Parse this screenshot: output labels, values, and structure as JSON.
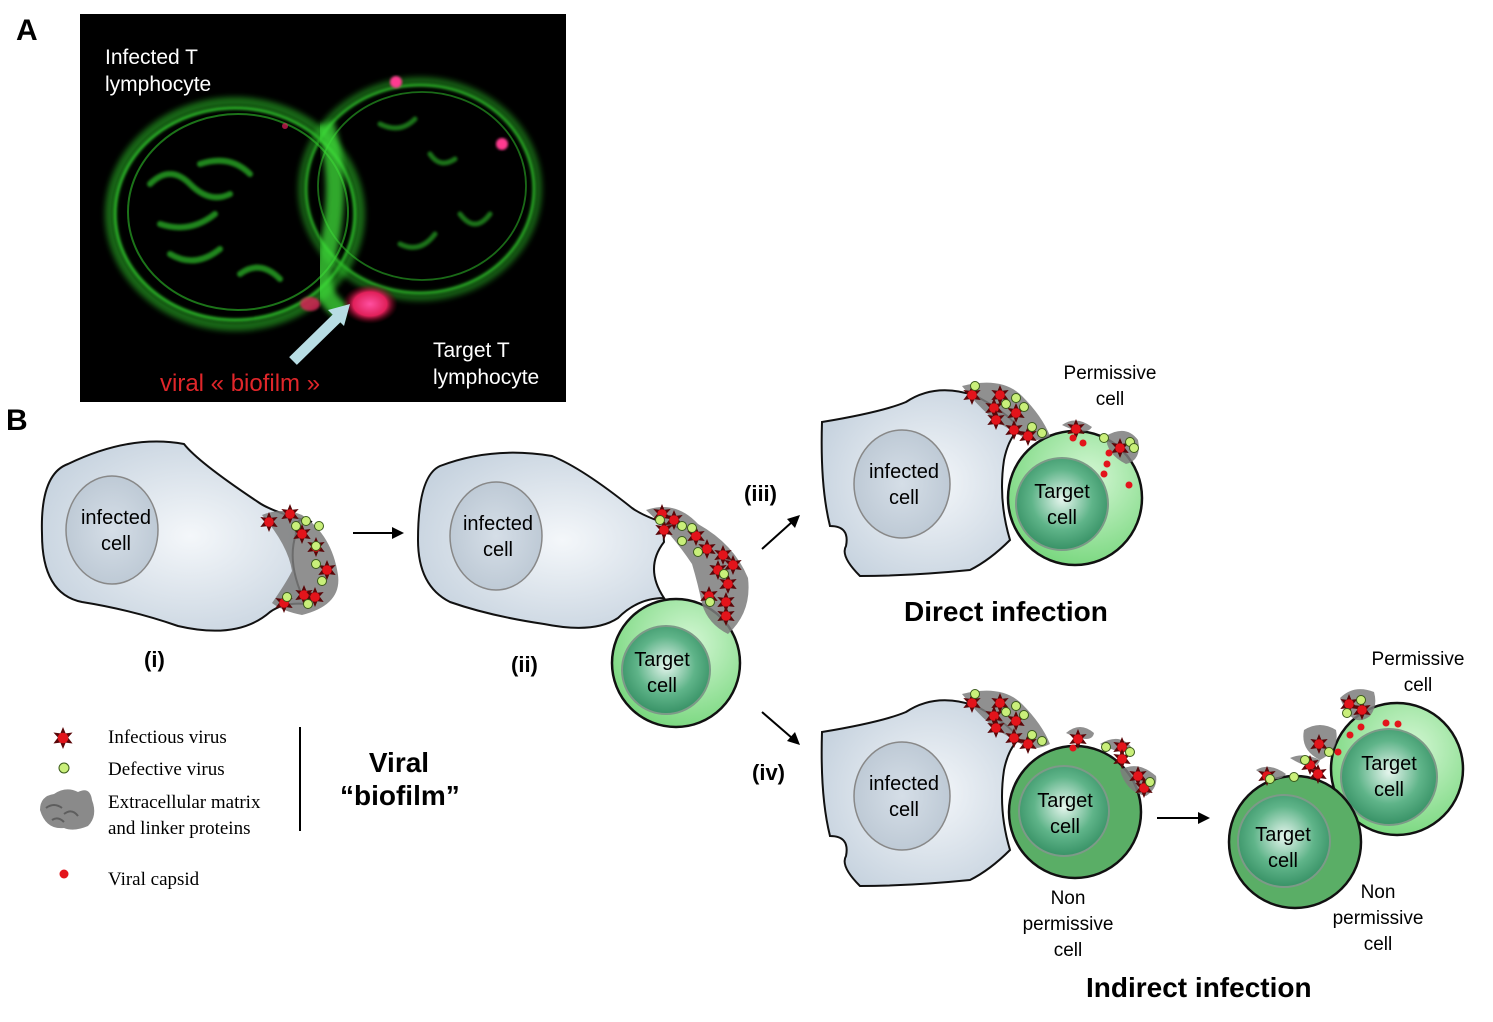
{
  "panel_a": {
    "letter": "A",
    "labels": {
      "infected_line1": "Infected T",
      "infected_line2": "lymphocyte",
      "target_line1": "Target T",
      "target_line2": "lymphocyte",
      "biofilm": "viral « biofilm »"
    },
    "colors": {
      "actin": "#2fbf2a",
      "virus": "#ff2a6a",
      "arrow": "#b8dde4",
      "biofilm_text": "#e0262a"
    }
  },
  "panel_b": {
    "letter": "B",
    "stages": [
      {
        "id": "i",
        "label": "(i)",
        "infected_cell": "infected\ncell"
      },
      {
        "id": "ii",
        "label": "(ii)",
        "infected_cell": "infected\ncell",
        "target_cell": "Target\ncell"
      },
      {
        "id": "iii",
        "label": "(iii)",
        "infected_cell": "infected\ncell",
        "target_cell": "Target\ncell",
        "annotation": "Permissive\ncell",
        "caption": "Direct infection"
      },
      {
        "id": "iv",
        "label": "(iv)",
        "infected_cell": "infected\ncell",
        "target_cell": "Target\ncell",
        "annotation": "Non\npermissive\ncell"
      }
    ],
    "indirect": {
      "permissive_target": "Target\ncell",
      "permissive_annotation": "Permissive\ncell",
      "nonpermissive_target": "Target\ncell",
      "nonpermissive_annotation": "Non\npermissive\ncell",
      "caption": "Indirect infection"
    },
    "legend": {
      "items": [
        {
          "icon": "infectious-virus-icon",
          "label": "Infectious virus"
        },
        {
          "icon": "defective-virus-icon",
          "label": "Defective virus"
        },
        {
          "icon": "extracellular-matrix-icon",
          "label": "Extracellular matrix\nand linker proteins"
        },
        {
          "icon": "viral-capsid-icon",
          "label": "Viral capsid"
        }
      ],
      "group_title_line1": "Viral",
      "group_title_line2": "“biofilm”"
    },
    "colors": {
      "infected_cell_fill": "#cfd9e3",
      "nucleus_fill": "#c4cfda",
      "permissive_cell": "#8fe08f",
      "nonpermissive_cell": "#5aae66",
      "target_nucleus": "#3d9a6a",
      "infectious_virus": "#e3141b",
      "defective_virus": "#c9ef7a",
      "matrix": "#8a8a8a",
      "capsid": "#e3141b"
    }
  }
}
